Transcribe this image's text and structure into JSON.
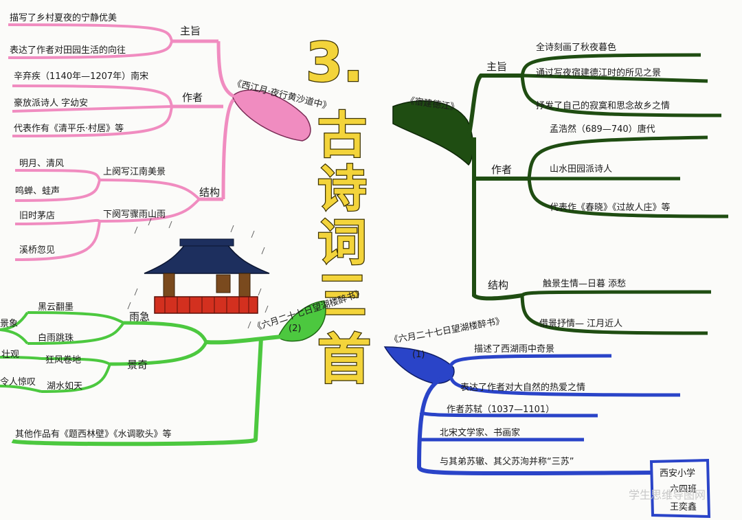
{
  "title": {
    "number": "3.",
    "chars": [
      "古",
      "诗",
      "词",
      "三",
      "首"
    ]
  },
  "left_poem": {
    "title": "《西江月·夜行黄沙道中》",
    "theme": {
      "label": "主旨",
      "items": [
        "描写了乡村夏夜的宁静优美",
        "表达了作者对田园生活的向往"
      ]
    },
    "author": {
      "label": "作者",
      "items": [
        "辛弃疾（1140年—1207年）南宋",
        "豪放派诗人 字幼安",
        "代表作有《清平乐·村居》等"
      ]
    },
    "structure": {
      "label": "结构",
      "groups": [
        {
          "label": "上阕写江南美景",
          "items": [
            "明月、清风",
            "鸣蝉、蛙声"
          ]
        },
        {
          "label": "下阕写骤雨山雨",
          "items": [
            "旧时茅店",
            "溪桥忽见"
          ]
        }
      ]
    }
  },
  "right_poem": {
    "title": "《宿建德江》",
    "theme": {
      "label": "主旨",
      "items": [
        "全诗刻画了秋夜暮色",
        "通过写夜宿建德江时的所见之景",
        "抒发了自己的寂寞和思念故乡之情"
      ]
    },
    "author": {
      "label": "作者",
      "items": [
        "孟浩然（689—740）唐代",
        "山水田园派诗人",
        "代表作《春晓》《过故人庄》等"
      ]
    },
    "structure": {
      "label": "结构",
      "items": [
        "触景生情—日暮 添愁",
        "借景抒情— 江月近人"
      ]
    }
  },
  "lower_left_poem": {
    "title": "《六月二十七日望湖楼醉书》",
    "index": "(2)",
    "rain": {
      "label": "雨急",
      "items": [
        "黑云翻墨",
        "白雨跳珠"
      ],
      "edge": "景象"
    },
    "scene": {
      "label": "景奇",
      "items": [
        "狂风卷地",
        "湖水如天"
      ],
      "edge": [
        "壮观",
        "令人惊叹"
      ]
    },
    "other_works": "其他作品有《题西林壁》《水调歌头》等"
  },
  "lower_right_poem": {
    "title": "《六月二十七日望湖楼醉书》",
    "index": "(1)",
    "items": [
      "描述了西湖雨中奇景",
      "表达了作者对大自然的热爱之情",
      "作者苏轼（1037—1101）",
      "北宋文学家、书画家",
      "与其弟苏辙、其父苏洵并称“三苏”"
    ]
  },
  "signature": [
    "西安小学",
    "六四班",
    "王奕鑫"
  ],
  "watermark": "学生思维导图网",
  "colors": {
    "pink": "#f08cc0",
    "green_dark": "#1f4d12",
    "green": "#4cc83f",
    "blue": "#2a44c8",
    "yellow": "#f3d43b",
    "navy": "#1d2f5e",
    "red": "#d3301f"
  }
}
